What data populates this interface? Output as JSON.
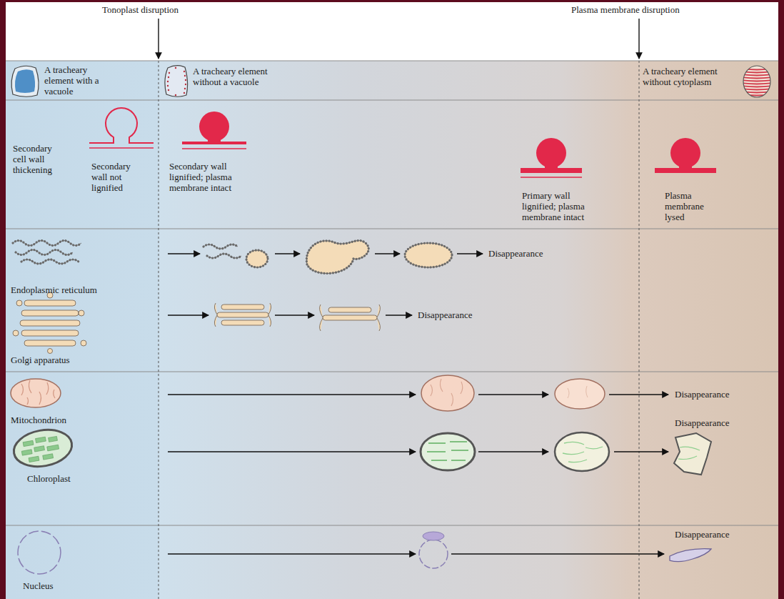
{
  "diagram": {
    "labels": [
      "Tonoplast disruption",
      "Plasma membrane disruption",
      "A tracheary element with a vacuole",
      "A tracheary element without a vacuole",
      "A tracheary element without cytoplasm",
      "Secondary cell wall thickening",
      "Secondary wall not lignified",
      "Secondary wall lignified; plasma membrane intact",
      "Primary wall lignified; plasma membrane intact",
      "Plasma membrane lysed",
      "Disappearance",
      "Endoplasmic reticulum",
      "Disappearance",
      "Golgi apparatus",
      "Disappearance",
      "Mitochondrion",
      "Disappearance",
      "Chloroplast",
      "Disappearance",
      "Nucleus"
    ]
  }
}
